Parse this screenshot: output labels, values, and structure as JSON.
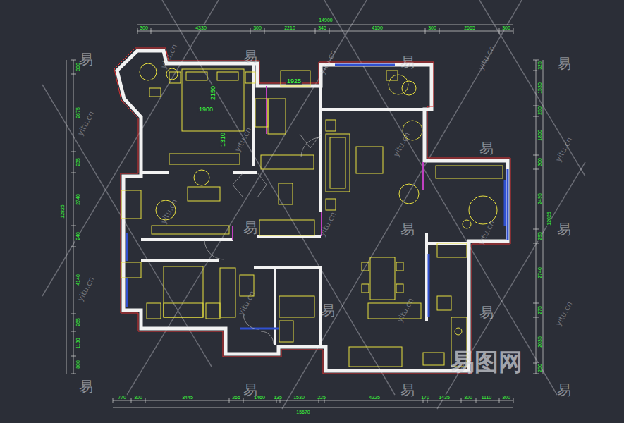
{
  "diagram": {
    "labels": [
      "14900",
      "300",
      "4330",
      "300",
      "2210",
      "345",
      "4150",
      "300",
      "2665",
      "300",
      "300",
      "2675",
      "235",
      "2740",
      "240",
      "4140",
      "265",
      "1130",
      "800",
      "12825",
      "325",
      "1530",
      "250",
      "1800",
      "300",
      "2495",
      "295",
      "2740",
      "275",
      "2035",
      "250",
      "12025",
      "770",
      "300",
      "3445",
      "265",
      "1460",
      "135",
      "1530",
      "225",
      "4225",
      "170",
      "1435",
      "300",
      "1110",
      "300",
      "15670",
      "1925",
      "1900",
      "2150",
      "1310",
      "易",
      "易",
      "易",
      "易",
      "易",
      "易",
      "易",
      "易",
      "易",
      "易",
      "易",
      "易",
      "易",
      "易",
      "yitu.cn",
      "yitu.cn",
      "yitu.cn",
      "yitu.cn",
      "yitu.cn",
      "yitu.cn",
      "yitu.cn",
      "yitu.cn",
      "yitu.cn",
      "yitu.cn",
      "yitu.cn",
      "yitu.cn",
      "yitu.cn",
      "yitu.cn",
      "易图网"
    ]
  }
}
